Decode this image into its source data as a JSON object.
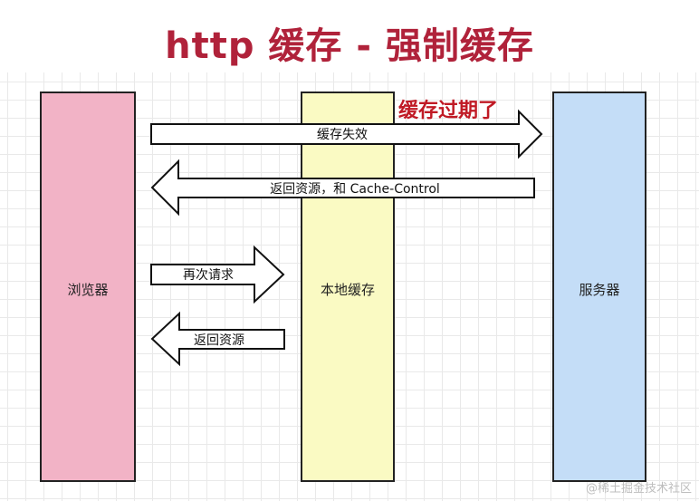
{
  "title": "http 缓存 - 强制缓存",
  "annotation": "缓存过期了",
  "columns": {
    "browser": {
      "label": "浏览器",
      "color": "#f2b3c6"
    },
    "local_cache": {
      "label": "本地缓存",
      "color": "#fafac3"
    },
    "server": {
      "label": "服务器",
      "color": "#c4ddf7"
    }
  },
  "arrows": [
    {
      "label": "缓存失效",
      "direction": "right"
    },
    {
      "label": "返回资源，和 Cache-Control",
      "direction": "left"
    },
    {
      "label": "再次请求",
      "direction": "right"
    },
    {
      "label": "返回资源",
      "direction": "left"
    }
  ],
  "watermark": "@稀土掘金技术社区",
  "colors": {
    "title": "#b0223a",
    "annotation": "#c01a25"
  }
}
